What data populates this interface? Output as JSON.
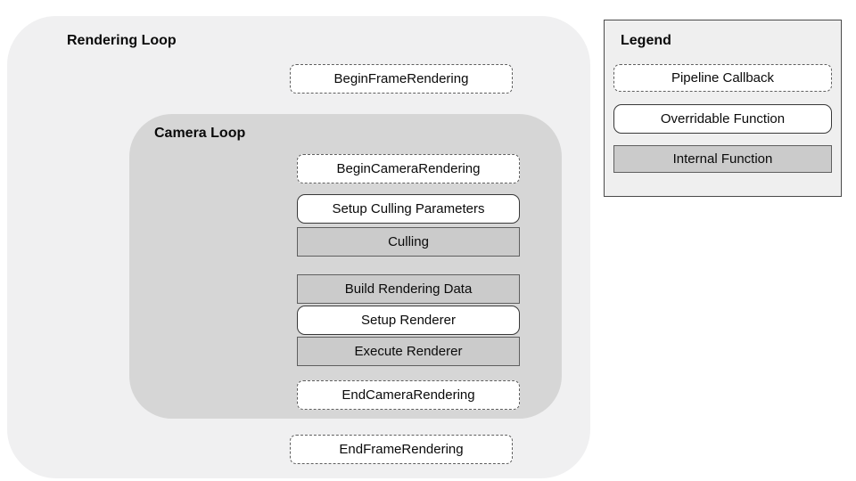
{
  "diagram": {
    "rendering_loop": {
      "title": "Rendering Loop",
      "begin_frame_label": "BeginFrameRendering",
      "end_frame_label": "EndFrameRendering",
      "camera_loop": {
        "title": "Camera Loop",
        "begin_camera_label": "BeginCameraRendering",
        "setup_culling_parameters_label": "Setup Culling Parameters",
        "culling_label": "Culling",
        "build_rendering_data_label": "Build Rendering Data",
        "setup_renderer_label": "Setup Renderer",
        "execute_renderer_label": "Execute Renderer",
        "end_camera_label": "EndCameraRendering"
      }
    },
    "legend": {
      "title": "Legend",
      "items": [
        {
          "label": "Pipeline Callback",
          "style": "dashed-border"
        },
        {
          "label": "Overridable Function",
          "style": "solid-border"
        },
        {
          "label": "Internal Function",
          "style": "gray-fill"
        }
      ]
    },
    "colors": {
      "rendering_loop_bg": "#f0f0f1",
      "camera_loop_bg": "#d6d6d6",
      "internal_box_bg": "#cbcbcb",
      "legend_bg": "#efefef",
      "box_bg_white": "#ffffff",
      "border_dark": "#4a4a4a",
      "border_mid": "#5f5f5f",
      "text_color": "#0a0a0a",
      "page_bg": "#ffffff"
    }
  }
}
